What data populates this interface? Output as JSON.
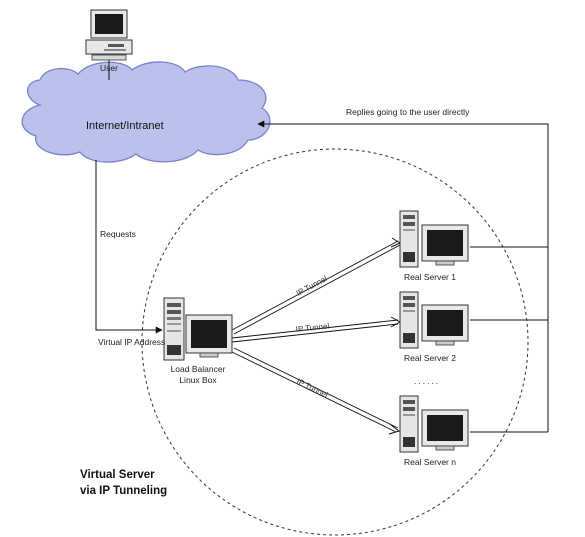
{
  "diagram": {
    "user_label": "User",
    "cloud_label": "Internet/Intranet",
    "replies_label": "Replies going to the user directly",
    "requests_label": "Requests",
    "vip_label": "Virtual IP Address",
    "lb_label_line1": "Load Balancer",
    "lb_label_line2": "Linux Box",
    "tunnel_label": "IP Tunnel",
    "servers": [
      {
        "label": "Real Server 1"
      },
      {
        "label": "Real Server 2"
      },
      {
        "label": "Real Server n"
      }
    ],
    "ellipsis": "......",
    "title_line1": "Virtual Server",
    "title_line2": "via IP Tunneling"
  },
  "colors": {
    "cloud_fill": "#b9c1ec",
    "cloud_stroke": "#7a82c8",
    "screen": "#1a1a1a",
    "machine": "#eeeeee",
    "line": "#111111"
  }
}
